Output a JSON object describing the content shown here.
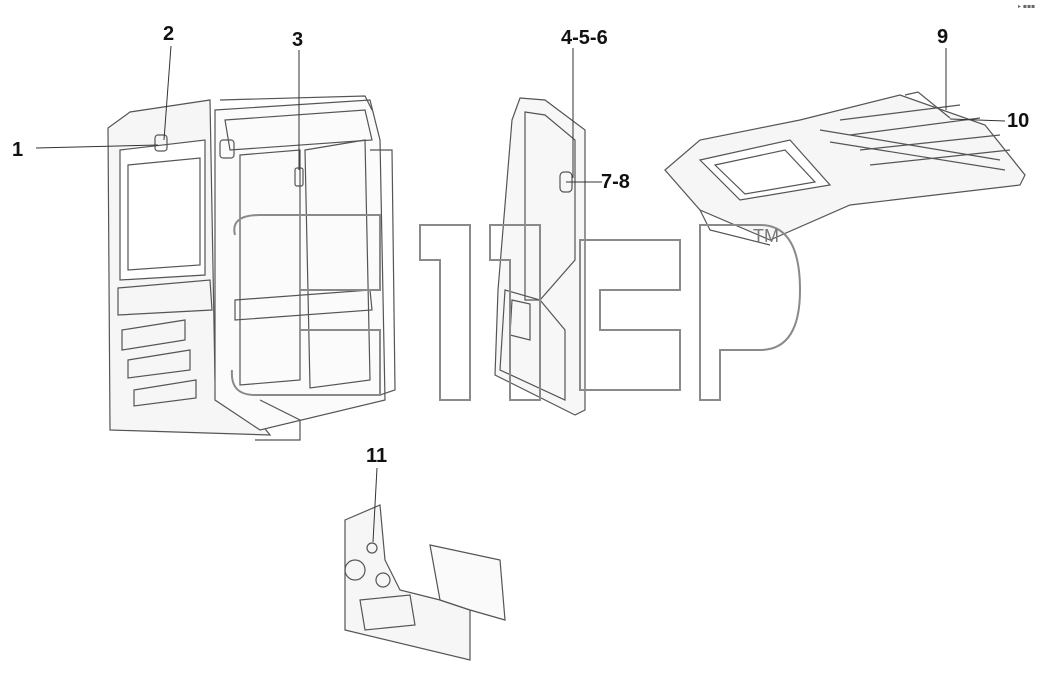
{
  "callouts": {
    "c1": "1",
    "c2": "2",
    "c3": "3",
    "c456": "4-5-6",
    "c78": "7-8",
    "c9": "9",
    "c10": "10",
    "c11": "11"
  },
  "watermark": {
    "logo_text": "ЭПЕР",
    "trademark": "TM"
  },
  "corner_mark": "▸ ▪▪▪",
  "colors": {
    "line": "#555555",
    "ink": "#111111",
    "watermark": "#8a8a8a"
  }
}
